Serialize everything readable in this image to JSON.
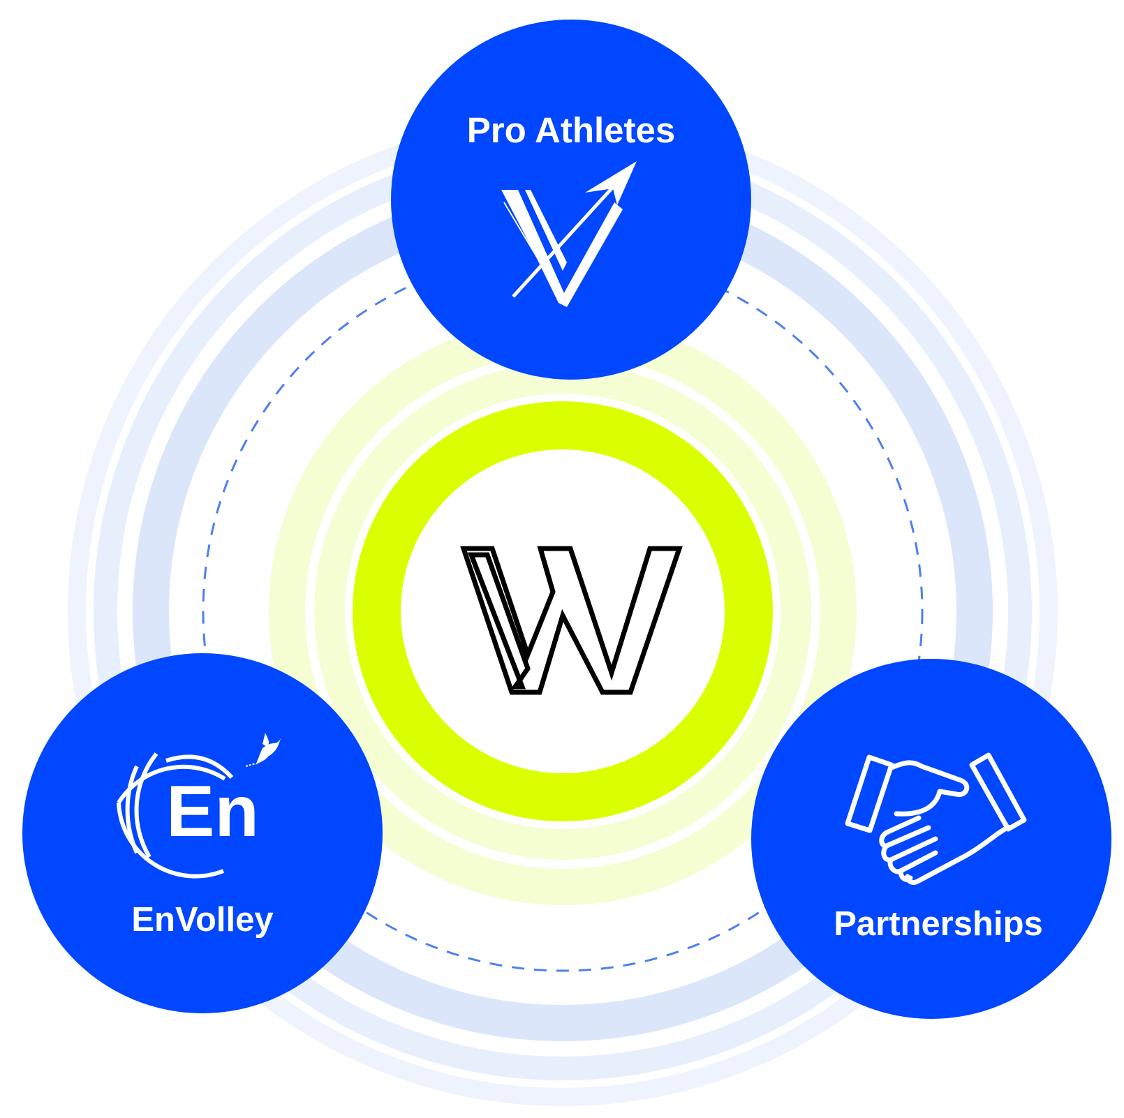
{
  "colors": {
    "background": "#ffffff",
    "node_blue": "#0047ff",
    "ring_light_blue": "#eef3fd",
    "ring_mid_blue": "#dce6fb",
    "ring_pale_blue": "#e7eefc",
    "dashed_orbit": "#4d7ff0",
    "center_lime": "#dbff00",
    "center_lime_pale": "#f5fdd2",
    "icon_white": "#ffffff",
    "logo_black": "#000000"
  },
  "center": {
    "logo_icon": "w-monogram-logo-icon"
  },
  "nodes": [
    {
      "id": "pro-athletes",
      "label": "Pro Athletes",
      "icon": "v-arrow-logo-icon"
    },
    {
      "id": "envolley",
      "label": "EnVolley",
      "icon": "envolley-globe-logo-icon",
      "logo_text": "En"
    },
    {
      "id": "partnerships",
      "label": "Partnerships",
      "icon": "handshake-icon"
    }
  ]
}
